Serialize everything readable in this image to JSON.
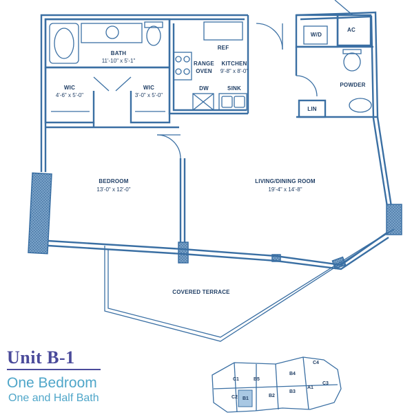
{
  "rooms": {
    "bath": {
      "name": "BATH",
      "dim": "11'-10\" x 5'-1\""
    },
    "wic_left": {
      "name": "WIC",
      "dim": "4'-6\" x 5'-0\""
    },
    "wic_right": {
      "name": "WIC",
      "dim": "3'-0\" x 5'-0\""
    },
    "ref": {
      "name": "REF"
    },
    "range_oven": {
      "line1": "RANGE",
      "line2": "OVEN"
    },
    "kitchen": {
      "name": "KITCHEN",
      "dim": "9'-8\" x 8'-0\""
    },
    "dw": {
      "name": "DW"
    },
    "sink": {
      "name": "SINK"
    },
    "wd": {
      "name": "W/D"
    },
    "ac": {
      "name": "AC"
    },
    "powder": {
      "name": "POWDER"
    },
    "lin": {
      "name": "LIN"
    },
    "bedroom": {
      "name": "BEDROOM",
      "dim": "13'-0\" x 12'-0\""
    },
    "living": {
      "name": "LIVING/DINING ROOM",
      "dim": "19'-4\" x 14'-8\""
    },
    "terrace": {
      "name": "COVERED TERRACE"
    }
  },
  "unit": {
    "title": "Unit B-1",
    "subtitle1": "One Bedroom",
    "subtitle2": "One and Half Bath"
  },
  "key_plan": {
    "units": [
      "C1",
      "B5",
      "B4",
      "C4",
      "C2",
      "B1",
      "B2",
      "B3",
      "A1",
      "C3"
    ],
    "highlight": "B1",
    "highlight_color": "#a9c8e3"
  },
  "colors": {
    "line": "#3a6fa3",
    "title": "#4a4a9a",
    "subtitle": "#4fa6c9"
  }
}
